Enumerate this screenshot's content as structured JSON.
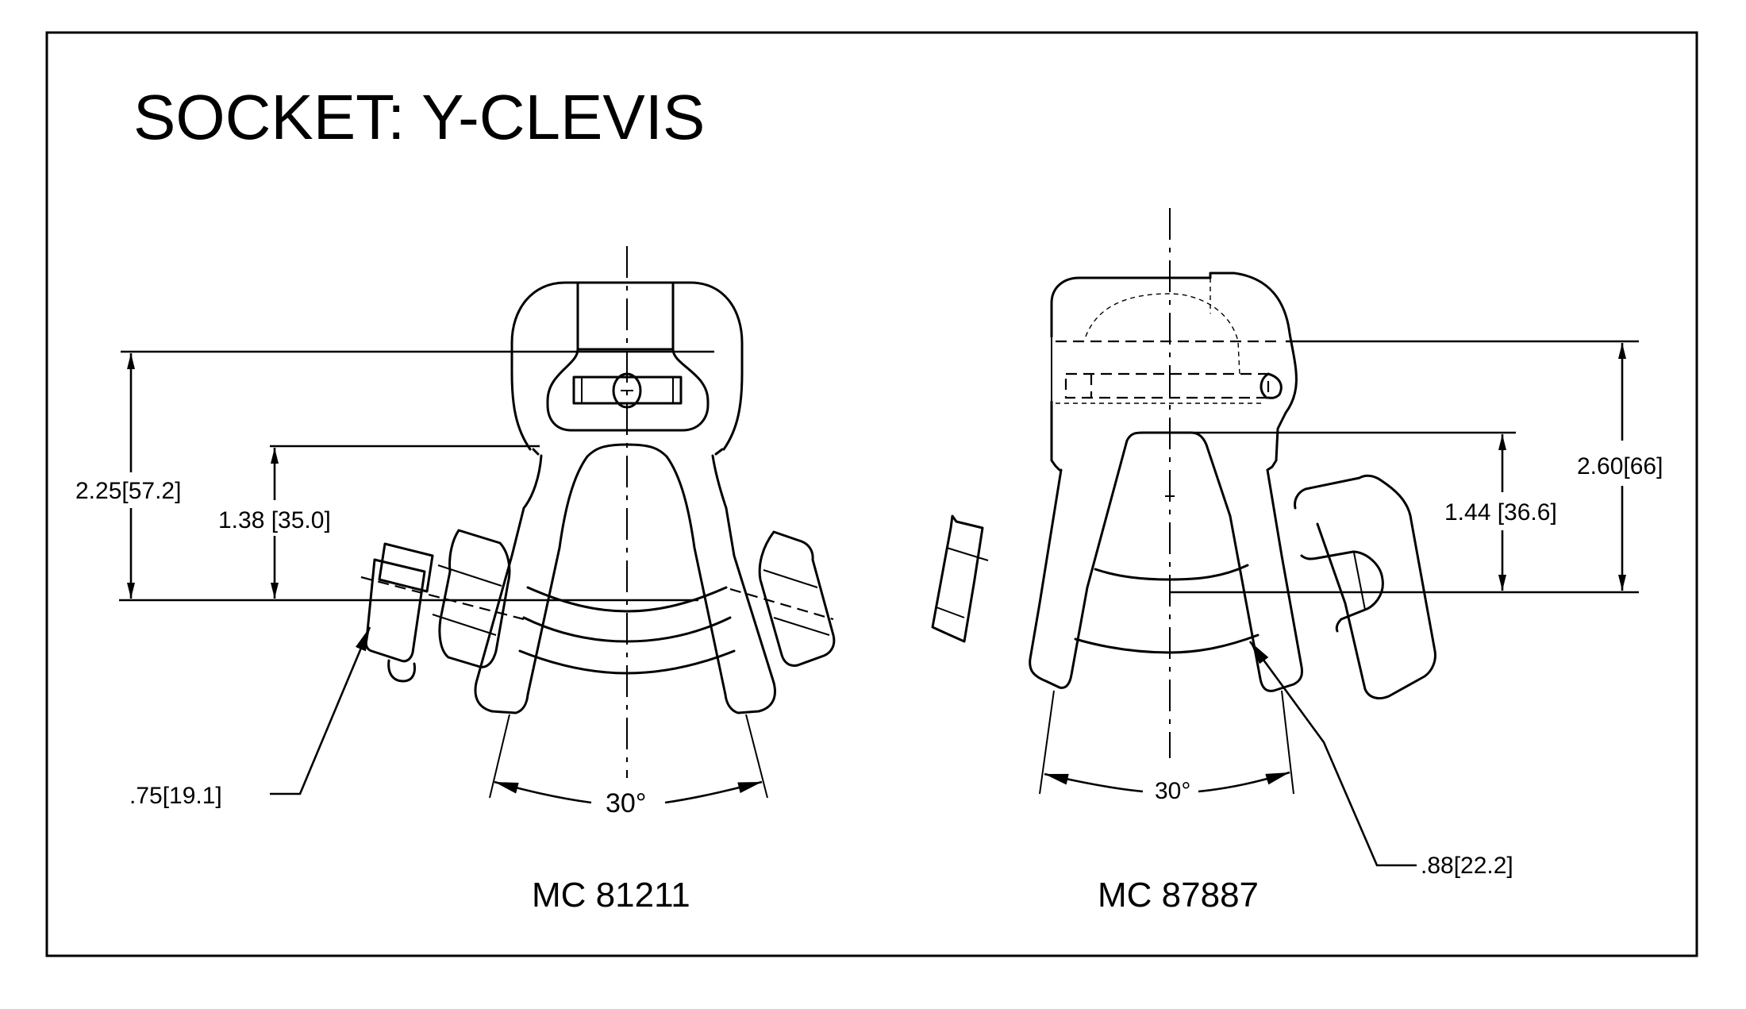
{
  "title": "SOCKET: Y-CLEVIS",
  "colors": {
    "ink": "#000000",
    "paper": "#ffffff"
  },
  "views": [
    {
      "part_number": "MC 81211",
      "dimensions": {
        "overall_height": "2.25[57.2]",
        "clevis_height": "1.38 [35.0]",
        "pin_diameter": ".75[19.1]",
        "angle": "30°"
      }
    },
    {
      "part_number": "MC 87887",
      "dimensions": {
        "overall_height": "2.60[66]",
        "clevis_height": "1.44 [36.6]",
        "pin_diameter": ".88[22.2]",
        "angle": "30°"
      }
    }
  ]
}
